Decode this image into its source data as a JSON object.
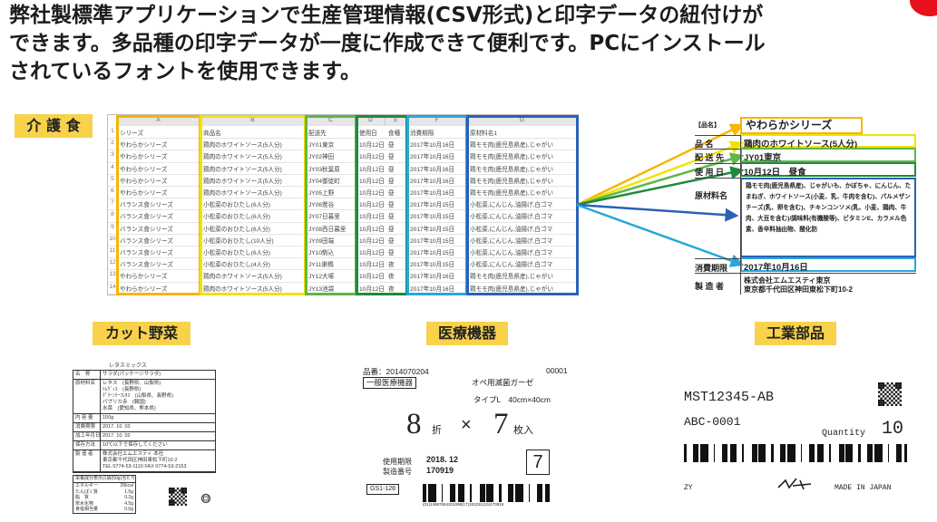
{
  "headline": {
    "line1": "弊社製標準アプリケーションで生産管理情報(CSV形式)と印字データの紐付けが",
    "line2": "できます。多品種の印字データが一度に作成できて便利です。PCにインストール",
    "line3": "されているフォントを使用できます。"
  },
  "colors": {
    "tag": "#f8d24a",
    "orange": "#f7b500",
    "yellow": "#f1e200",
    "green": "#5fb64a",
    "darkgreen": "#1f8a3c",
    "blue": "#27a7dc",
    "navy": "#2a62b6",
    "badge": "#e8101c"
  },
  "tags": {
    "care_food": "介 護 食",
    "cut_vegetables": "カット野菜",
    "medical": "医療機器",
    "industrial": "工業部品"
  },
  "sheet": {
    "col_letters": [
      "A",
      "B",
      "C",
      "D",
      "E",
      "F",
      "G"
    ],
    "headers": [
      "シリーズ",
      "商品名",
      "配送先",
      "使用日",
      "食種",
      "消費期限",
      "原材料名1"
    ],
    "rows": [
      [
        "やわらかシリーズ",
        "鶏肉のホワイトソース(5人分)",
        "JY01東京",
        "10月12日",
        "昼",
        "2017年10月16日",
        "鶏モモ肉(鹿児島県産),じゃがい"
      ],
      [
        "やわらかシリーズ",
        "鶏肉のホワイトソース(5人分)",
        "JY02神田",
        "10月12日",
        "昼",
        "2017年10月16日",
        "鶏モモ肉(鹿児島県産),じゃがい"
      ],
      [
        "やわらかシリーズ",
        "鶏肉のホワイトソース(5人分)",
        "JY03秋葉原",
        "10月12日",
        "昼",
        "2017年10月16日",
        "鶏モモ肉(鹿児島県産),じゃがい"
      ],
      [
        "やわらかシリーズ",
        "鶏肉のホワイトソース(5人分)",
        "JY04御徒町",
        "10月12日",
        "昼",
        "2017年10月16日",
        "鶏モモ肉(鹿児島県産),じゃがい"
      ],
      [
        "やわらかシリーズ",
        "鶏肉のホワイトソース(5人分)",
        "JY05上野",
        "10月12日",
        "昼",
        "2017年10月16日",
        "鶏モモ肉(鹿児島県産),じゃがい"
      ],
      [
        "バランス食シリーズ",
        "小松菜のおひたし(6人分)",
        "JY06鶯谷",
        "10月12日",
        "昼",
        "2017年10月15日",
        "小松菜,にんじん,油揚げ,白ゴマ"
      ],
      [
        "バランス食シリーズ",
        "小松菜のおひたし(6人分)",
        "JY07日暮里",
        "10月12日",
        "昼",
        "2017年10月15日",
        "小松菜,にんじん,油揚げ,白ゴマ"
      ],
      [
        "バランス食シリーズ",
        "小松菜のおひたし(6人分)",
        "JY08西日暮里",
        "10月12日",
        "昼",
        "2017年10月15日",
        "小松菜,にんじん,油揚げ,白ゴマ"
      ],
      [
        "バランス食シリーズ",
        "小松菜のおひたし(10人分)",
        "JY09田端",
        "10月12日",
        "昼",
        "2017年10月15日",
        "小松菜,にんじん,油揚げ,白ゴマ"
      ],
      [
        "バランス食シリーズ",
        "小松菜のおひたし(6人分)",
        "JY10駒込",
        "10月12日",
        "昼",
        "2017年10月15日",
        "小松菜,にんじん,油揚げ,白ゴマ"
      ],
      [
        "バランス食シリーズ",
        "小松菜のおひたし(4人分)",
        "JY11巣鴨",
        "10月12日",
        "夜",
        "2017年10月15日",
        "小松菜,にんじん,油揚げ,白ゴマ"
      ],
      [
        "やわらかシリーズ",
        "鶏肉のホワイトソース(5人分)",
        "JY12大塚",
        "10月12日",
        "夜",
        "2017年10月16日",
        "鶏モモ肉(鹿児島県産),じゃがい"
      ],
      [
        "やわらかシリーズ",
        "鶏肉のホワイトソース(5人分)",
        "JY13池袋",
        "10月12日",
        "夜",
        "2017年10月16日",
        "鶏モモ肉(鹿児島県産),じゃがい"
      ]
    ]
  },
  "food_label": {
    "corner": "【品名】",
    "series": "やわらかシリーズ",
    "rows": [
      {
        "key": "品 名",
        "value": "鶏肉のホワイトソース(5人分)"
      },
      {
        "key": "配 送 先",
        "value": "JY01東京"
      },
      {
        "key": "使 用 日",
        "value": "10月12日　昼食"
      },
      {
        "key": "原材料名",
        "value": "鶏モモ肉(鹿児島県産)、じゃがいも、かぼちゃ、にんじん、たまねぎ、ホワイトソース(小麦、乳、牛肉を含む)、パルメザンチーズ(乳、卵を含む)、チキンコンソメ(乳、小麦、鶏肉、牛肉、大豆を含む)/調味料(有機酸等)、ビタミンE、カラメル色素、香辛料抽出物、酸化防"
      },
      {
        "key": "消費期限",
        "value": "2017年10月16日"
      },
      {
        "key": "製 造 者",
        "value": "株式会社エムエスティ東京"
      }
    ],
    "address": "東京都千代田区神田東松下町10-2"
  },
  "cut_label": {
    "title": "レタスミックス",
    "rows": [
      {
        "k": "名　称",
        "v": "サラダ(パッケージサラダ)"
      },
      {
        "k": "原材料名",
        "v": "レタス　(長野県、山梨県)\nﾄﾚｳﾞｨｽ　(長野県)\nｸﾞﾘｰﾝﾘｰﾌﾚﾀｽ　(山梨県、長野県)\nパプリカ赤　(韓国)\n水菜　(愛知県、熊本県)"
      },
      {
        "k": "内 容 量",
        "v": "150g"
      },
      {
        "k": "消費期限",
        "v": "2017. 10. 03"
      },
      {
        "k": "加工年月日",
        "v": "2017. 10. 02"
      },
      {
        "k": "保存方法",
        "v": "10℃以下で保存してください"
      },
      {
        "k": "製 造 者",
        "v": "株式会社エムエスティ 本社\n東京都千代田区神田東松下町10-2\nTEL 0774-53-1110 FAX 0774-53-2153"
      }
    ],
    "nutrition_title": "栄養成分表示(1袋(50g)当たり)",
    "nutrition": [
      [
        "エネルギー",
        "26kcal"
      ],
      [
        "たんぱく質",
        "1.5g"
      ],
      [
        "脂　質",
        "0.2g"
      ],
      [
        "炭水化物",
        "4.5g"
      ],
      [
        "食塩相当量",
        "0.0g"
      ]
    ]
  },
  "med_label": {
    "item_no": "品番：2014070204",
    "serial": "00001",
    "category": "一般医療機器",
    "product": "オペ用滅菌ガーゼ",
    "type": "タイプL　40cm×40cm",
    "fold_num": "8",
    "fold_unit": "折",
    "times": "×",
    "count_num": "7",
    "count_unit": "枚入",
    "exp_label": "使用期限",
    "exp_value": "2018. 12",
    "lot_label": "製造番号",
    "lot_value": "170919",
    "boxed": "7",
    "gs1": "GS1-128",
    "barcode_text": "(01)14987654321098(17)181231(10)170919"
  },
  "ind_label": {
    "part": "MST12345-AB",
    "sub": "ABC-0001",
    "qty_label": "Quantity",
    "qty_value": "10",
    "zy": "ZY",
    "made_in": "MADE IN JAPAN"
  }
}
